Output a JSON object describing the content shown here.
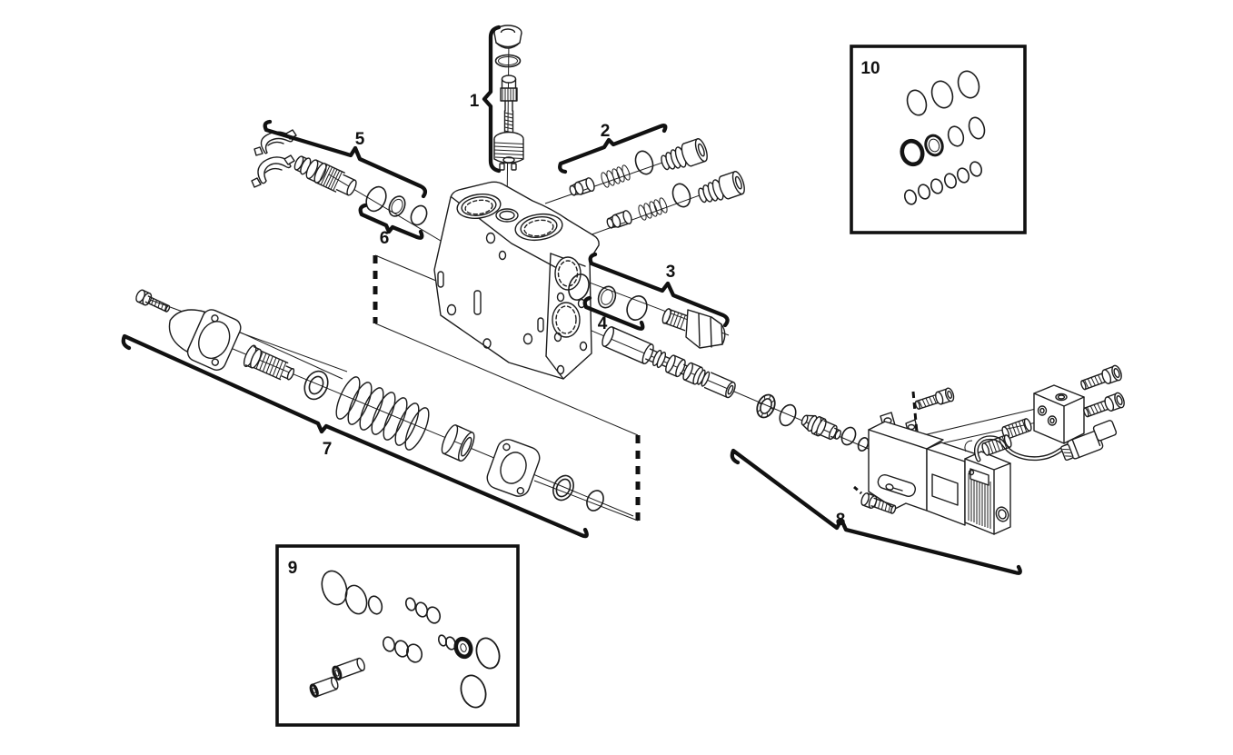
{
  "diagram": {
    "kind": "exploded-parts-diagram",
    "colors": {
      "background": "#ffffff",
      "line": "#1c1c1c"
    },
    "callouts": [
      {
        "label": "1"
      },
      {
        "label": "2"
      },
      {
        "label": "3"
      },
      {
        "label": "4"
      },
      {
        "label": "5"
      },
      {
        "label": "6"
      },
      {
        "label": "7"
      },
      {
        "label": "8"
      },
      {
        "label": "9"
      },
      {
        "label": "10"
      }
    ]
  }
}
